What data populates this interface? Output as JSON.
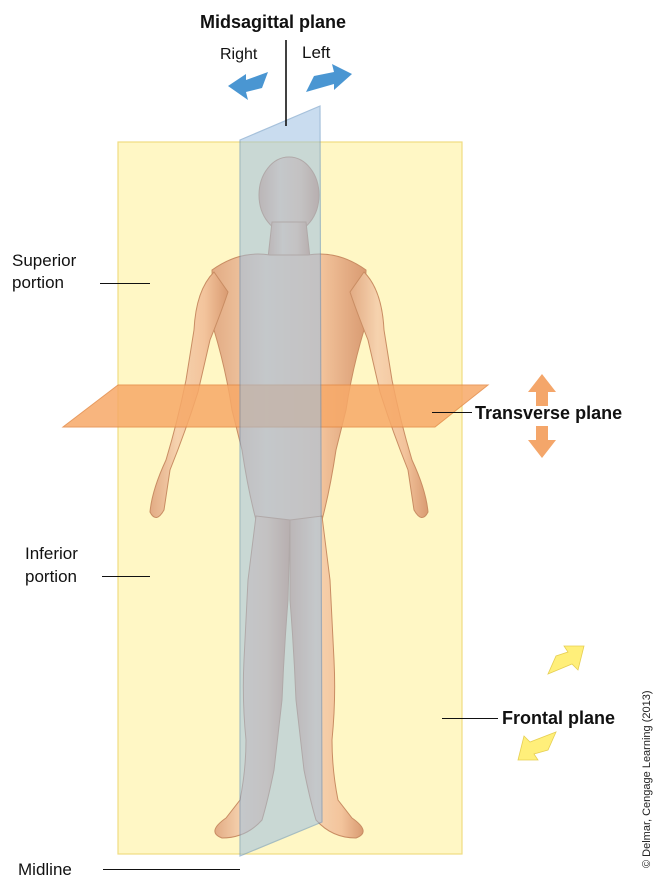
{
  "labels": {
    "midsagittal": "Midsagittal plane",
    "right": "Right",
    "left": "Left",
    "superior_line1": "Superior",
    "superior_line2": "portion",
    "transverse": "Transverse plane",
    "inferior_line1": "Inferior",
    "inferior_line2": "portion",
    "frontal": "Frontal plane",
    "midline": "Midline"
  },
  "credit": "© Delmar, Cengage Learning (2013)",
  "colors": {
    "frontal_plane": "#fff7c2",
    "transverse_plane": "#f7a968",
    "midsagittal_plane": "#9dc0e2",
    "skin": "#f4c9a2",
    "skin_shadow": "#dca079",
    "arrow_blue": "#4a96d2",
    "arrow_orange": "#f4a66a",
    "arrow_yellow": "#ffef7a"
  }
}
